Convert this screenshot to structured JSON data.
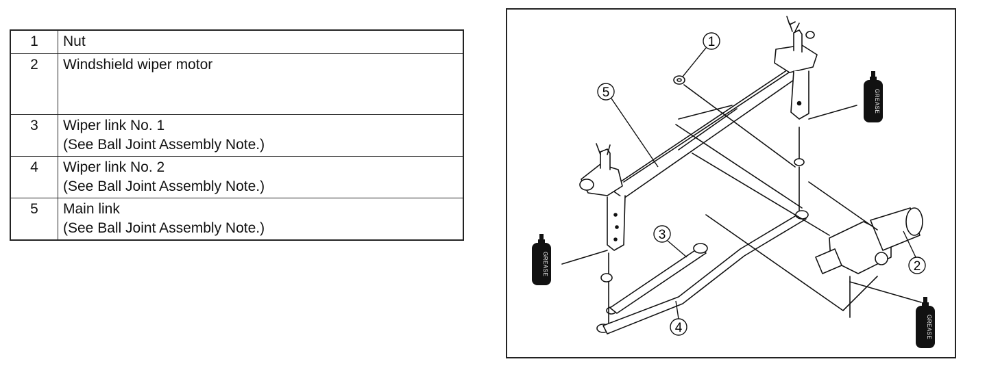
{
  "parts": [
    {
      "num": "1",
      "line1": "Nut",
      "line2": ""
    },
    {
      "num": "2",
      "line1": "Windshield wiper motor",
      "line2": ""
    },
    {
      "num": "3",
      "line1": "Wiper link No. 1",
      "line2": "(See Ball Joint Assembly Note.)"
    },
    {
      "num": "4",
      "line1": "Wiper link No. 2",
      "line2": "(See Ball Joint Assembly Note.)"
    },
    {
      "num": "5",
      "line1": "Main link",
      "line2": "(See Ball Joint Assembly Note.)"
    }
  ],
  "diagram": {
    "callouts": [
      "1",
      "2",
      "3",
      "4",
      "5"
    ],
    "grease_label": "GREASE"
  }
}
